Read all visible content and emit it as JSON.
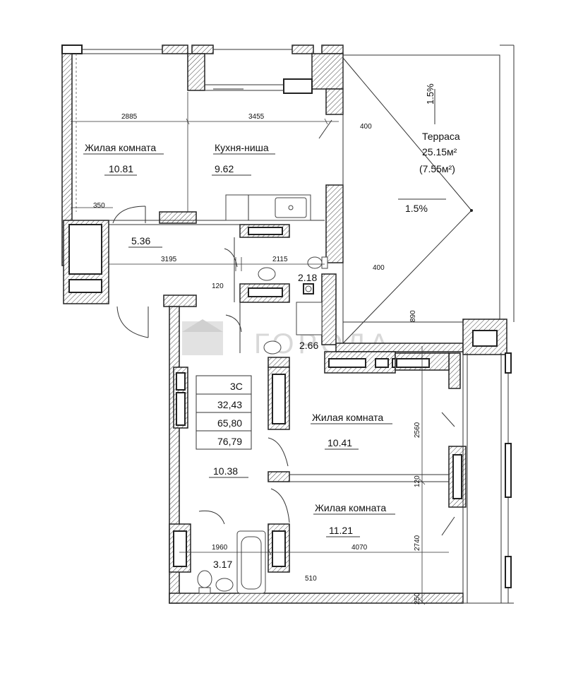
{
  "rooms": {
    "living1": {
      "name": "Жилая комната",
      "area": "10.81"
    },
    "kitchen": {
      "name": "Кухня-ниша",
      "area": "9.62"
    },
    "terrace": {
      "name": "Терраса",
      "area": "25.15м²",
      "area_reduced": "(7.55м²)",
      "slope_top": "1.5%",
      "slope_mid": "1.5%"
    },
    "hall_small": {
      "area": "5.36"
    },
    "bath1": {
      "area": "2.18"
    },
    "bath2": {
      "area": "2.66"
    },
    "corridor": {
      "area": "10.38"
    },
    "living2": {
      "name": "Жилая комната",
      "area": "10.41"
    },
    "living3": {
      "name": "Жилая комната",
      "area": "11.21"
    },
    "bath3": {
      "area": "3.17"
    }
  },
  "summary": {
    "type": "3С",
    "living_area": "32,43",
    "total_area": "65,80",
    "total_with_terrace": "76,79"
  },
  "dimensions": {
    "d2885": "2885",
    "d3455": "3455",
    "d400a": "400",
    "d350": "350",
    "d3195": "3195",
    "d2115": "2115",
    "d120": "120",
    "d400b": "400",
    "d890": "890",
    "d2560": "2560",
    "d120b": "120",
    "d2740": "2740",
    "d1960": "1960",
    "d4070": "4070",
    "d510": "510",
    "d250": "250"
  },
  "watermark": "ГОРОДА"
}
